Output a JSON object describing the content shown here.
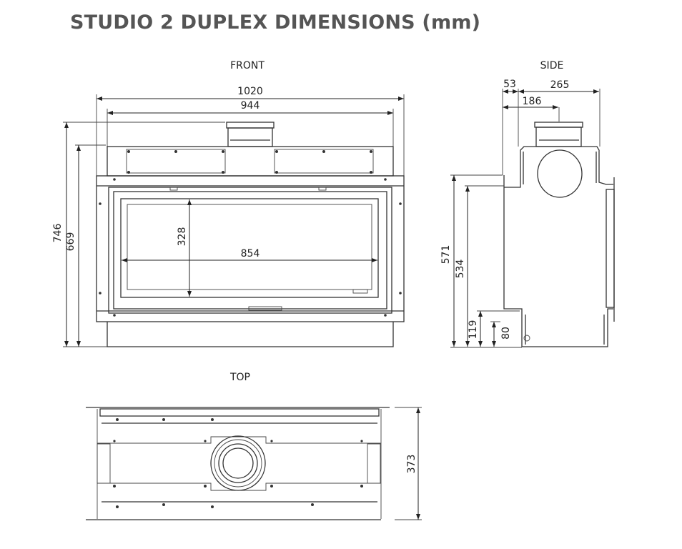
{
  "title": "STUDIO 2 DUPLEX DIMENSIONS (mm)",
  "views": {
    "front": "FRONT",
    "side": "SIDE",
    "top": "TOP"
  },
  "front_dims": {
    "overall_width": "1020",
    "body_width": "944",
    "overall_height": "746",
    "body_height": "669",
    "glass_width": "854",
    "glass_height": "328"
  },
  "side_dims": {
    "flue_offset": "53",
    "depth": "265",
    "flue_center": "186",
    "height_to_top_frame": "571",
    "height_to_opening": "534",
    "base_height": "119",
    "base_lower": "80"
  },
  "top_dims": {
    "depth": "373"
  }
}
